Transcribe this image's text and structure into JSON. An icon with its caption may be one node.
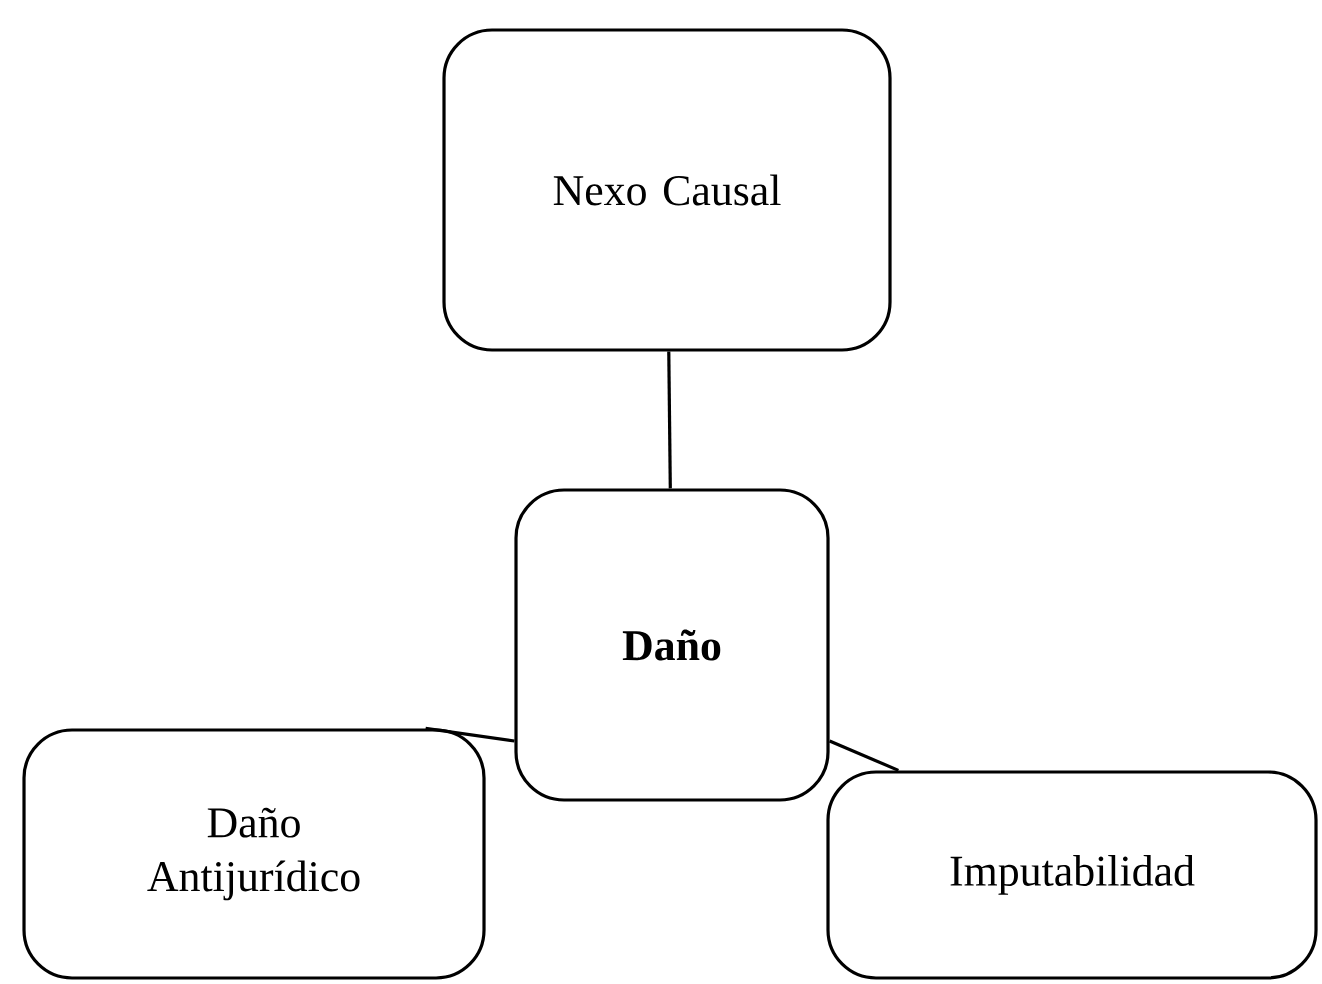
{
  "diagram": {
    "nodes": [
      {
        "text": [
          "Nexo Causal"
        ]
      },
      {
        "text": [
          "Daño"
        ]
      },
      {
        "text": [
          "Daño Antijurídico"
        ]
      },
      {
        "text": [
          "Imputabilidad"
        ]
      }
    ],
    "edges": [
      {
        "from": 0,
        "to": 1,
        "arrow": "none"
      },
      {
        "from": 1,
        "to": 2,
        "arrow": "none"
      },
      {
        "from": 1,
        "to": 3,
        "arrow": "none"
      }
    ]
  }
}
